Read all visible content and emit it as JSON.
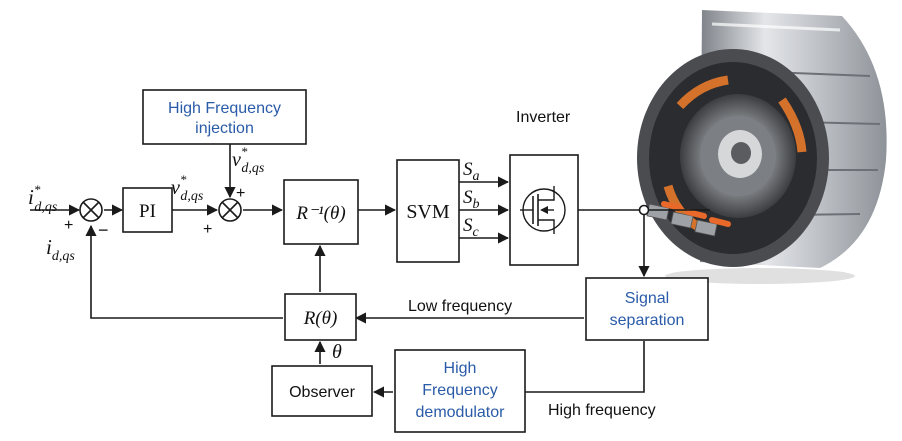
{
  "blocks": {
    "hf_injection": {
      "line1": "High Frequency",
      "line2": "injection"
    },
    "pi": "PI",
    "svm": "SVM",
    "rinv": "R⁻¹(θ)",
    "r": "R(θ)",
    "signal_separation": {
      "line1": "Signal",
      "line2": "separation"
    },
    "hf_demodulator": {
      "line1": "High",
      "line2": "Frequency",
      "line3": "demodulator"
    },
    "observer": "Observer"
  },
  "labels": {
    "inverter": "Inverter",
    "low_frequency": "Low frequency",
    "high_frequency": "High frequency",
    "theta": "θ",
    "idqs_ref": {
      "base": "i",
      "sub": "d,qs",
      "sup": "*"
    },
    "idqs": {
      "base": "i",
      "sub": "d,qs"
    },
    "vdqs_ref_out": {
      "base": "v",
      "sub": "d,qs",
      "sup": "*"
    },
    "vdqs_ref_inj": {
      "base": "v",
      "sub": "d,qs",
      "sup": "*"
    },
    "sa": {
      "base": "S",
      "sub": "a"
    },
    "sb": {
      "base": "S",
      "sub": "b"
    },
    "sc": {
      "base": "S",
      "sub": "c"
    },
    "sum1_plus": "+",
    "sum1_minus": "−",
    "sum2_plus_left": "+",
    "sum2_plus_top": "+"
  },
  "colors": {
    "line": "#1a1a1a",
    "highlight_text": "#2a5ba8",
    "motor_housing": "#b9bcc1",
    "motor_terminals": "#e8692a"
  }
}
